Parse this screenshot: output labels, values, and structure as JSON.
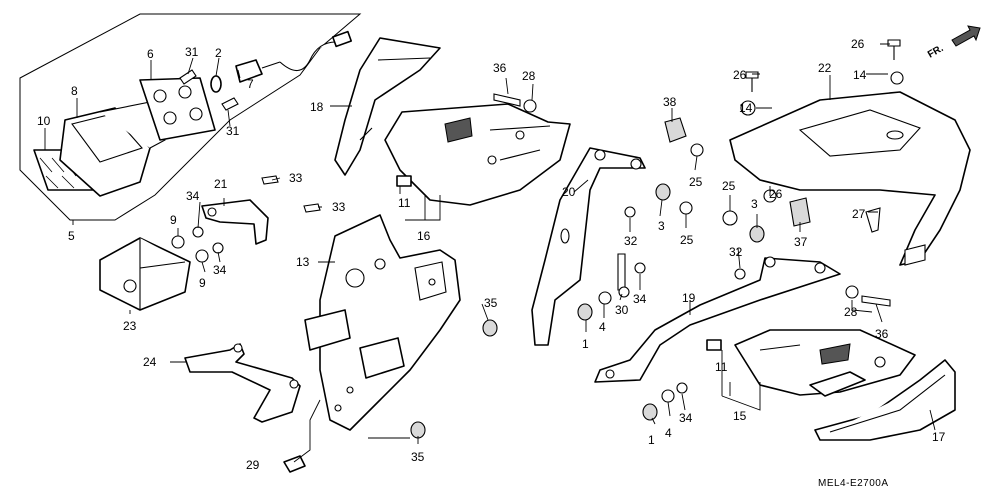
{
  "diagram_code": "MEL4-E2700A",
  "direction_label": "FR.",
  "callouts": {
    "c10": "10",
    "c8": "8",
    "c6": "6",
    "c31a": "31",
    "c2": "2",
    "c7": "7",
    "c31b": "31",
    "c5": "5",
    "c18": "18",
    "c36a": "36",
    "c28a": "28",
    "c38": "38",
    "c26a": "26",
    "c22": "22",
    "c26b": "26",
    "c14a": "14",
    "c14b": "14",
    "c21": "21",
    "c33a": "33",
    "c33b": "33",
    "c34a": "34",
    "c9a": "9",
    "c9b": "9",
    "c34b": "34",
    "c11a": "11",
    "c16": "16",
    "c20": "20",
    "c25a": "25",
    "c25b": "25",
    "c25c": "25",
    "c26c": "26",
    "c3a": "3",
    "c3b": "3",
    "c27": "27",
    "c37": "37",
    "c32a": "32",
    "c32b": "32",
    "c13": "13",
    "c23": "23",
    "c35a": "35",
    "c35b": "35",
    "c34c": "34",
    "c34d": "34",
    "c30": "30",
    "c4a": "4",
    "c4b": "4",
    "c1a": "1",
    "c1b": "1",
    "c19": "19",
    "c28b": "28",
    "c36b": "36",
    "c24": "24",
    "c11b": "11",
    "c15": "15",
    "c17": "17",
    "c29": "29"
  }
}
